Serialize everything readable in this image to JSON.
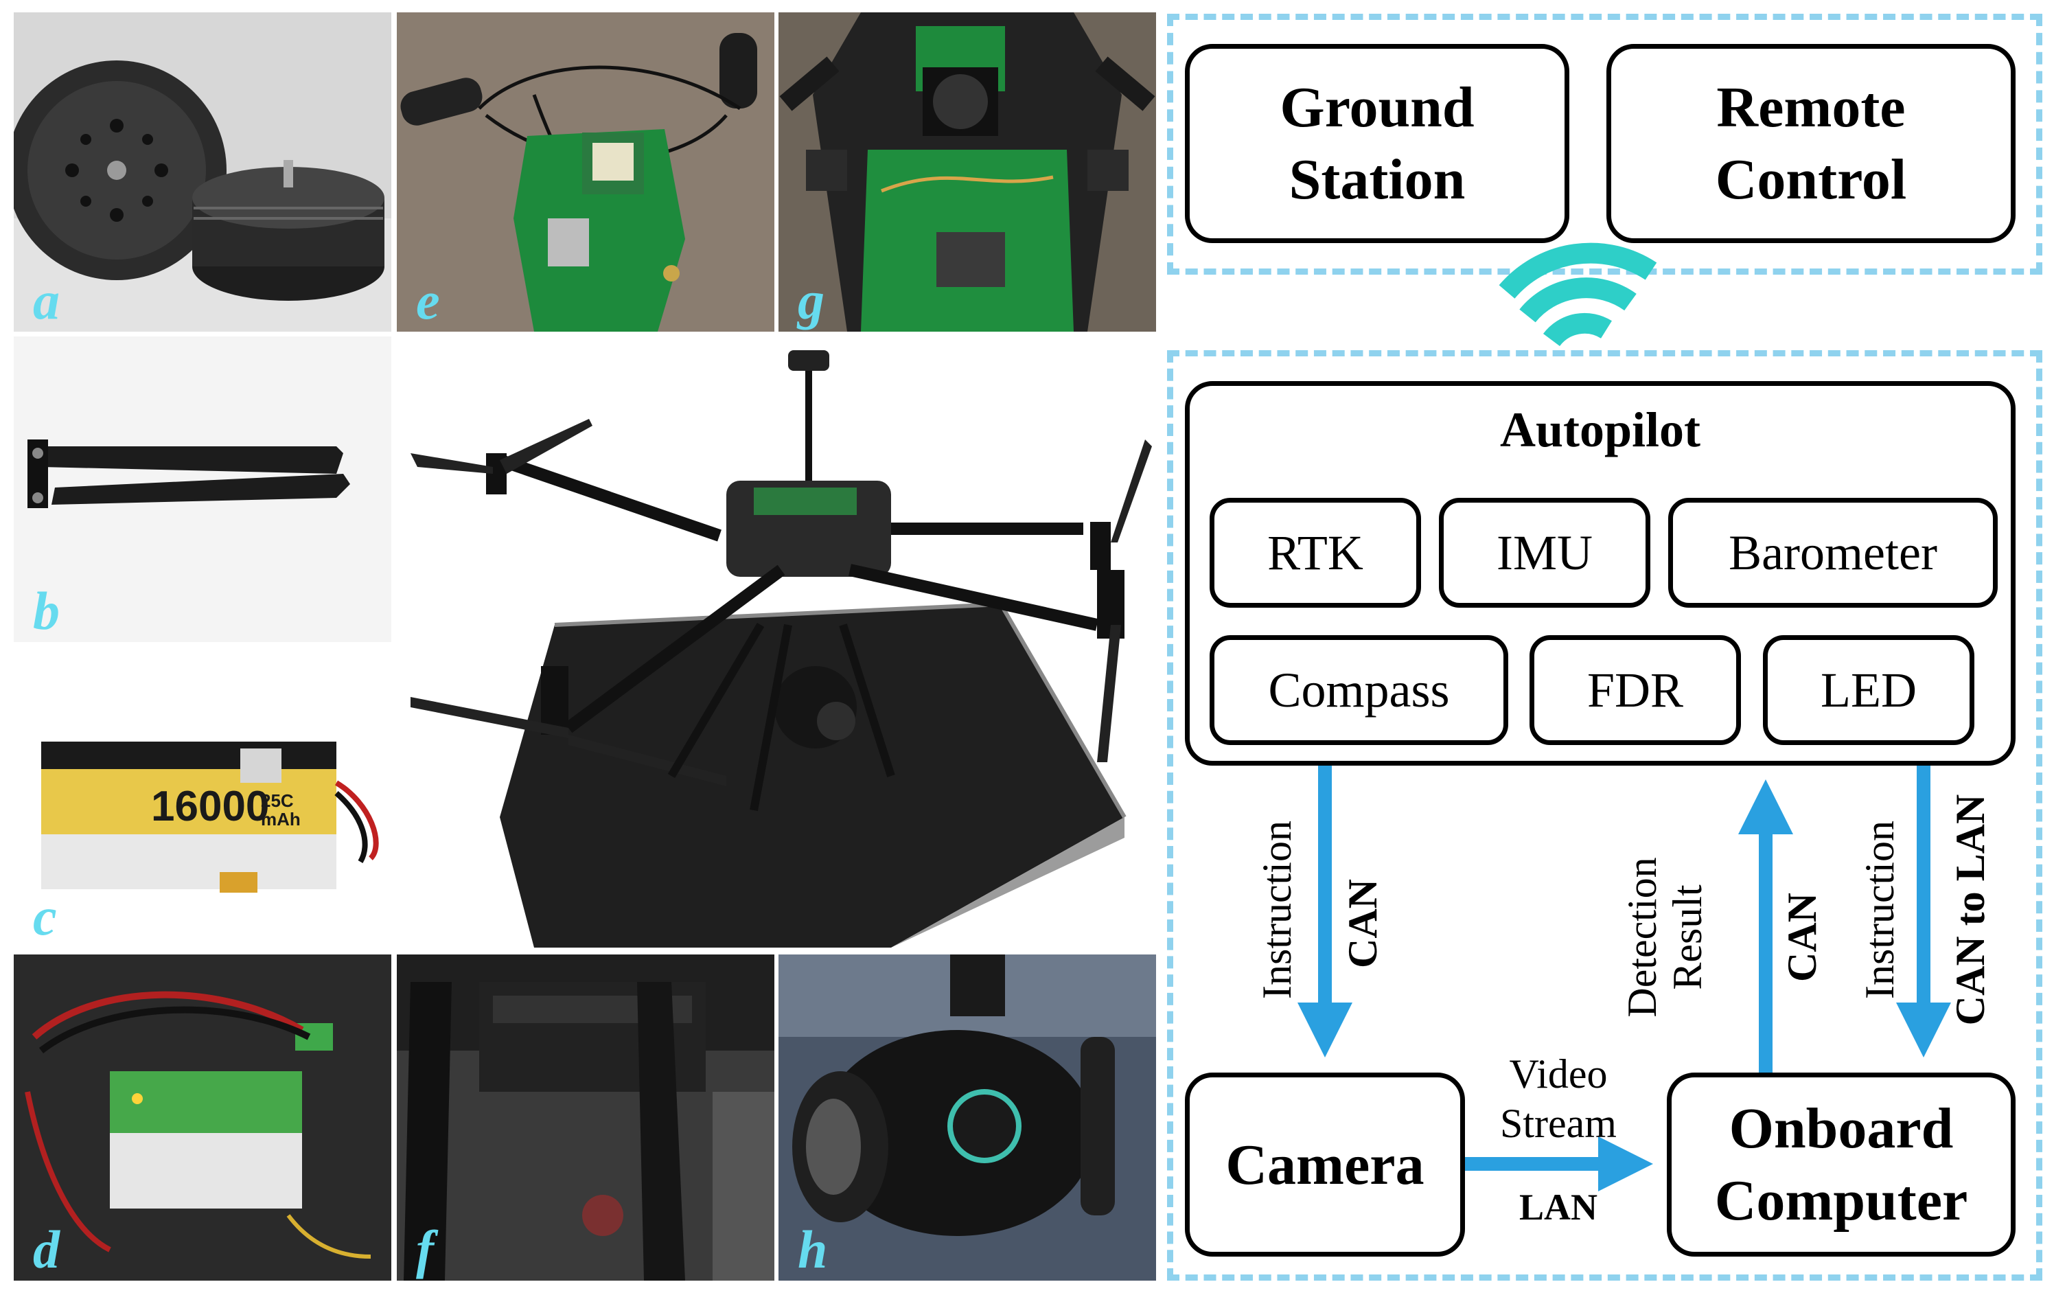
{
  "photos": {
    "a": {
      "label": "a"
    },
    "b": {
      "label": "b"
    },
    "c": {
      "label": "c"
    },
    "d": {
      "label": "d"
    },
    "e": {
      "label": "e"
    },
    "f": {
      "label": "f"
    },
    "g": {
      "label": "g"
    },
    "h": {
      "label": "h"
    }
  },
  "battery_label": "16000",
  "battery_rating": "25C",
  "battery_unit": "mAh",
  "diagram": {
    "ground_station": "Ground Station",
    "remote_control": "Remote Control",
    "autopilot": {
      "title": "Autopilot",
      "modules": [
        "RTK",
        "IMU",
        "Barometer",
        "Compass",
        "FDR",
        "LED"
      ]
    },
    "camera": "Camera",
    "onboard_computer": "Onboard Computer",
    "links": {
      "instruction_1": "Instruction",
      "can_1": "CAN",
      "detection_result": "Detection Result",
      "can_2": "CAN",
      "instruction_2": "Instruction",
      "can_to_lan": "CAN to LAN",
      "video_stream": "Video Stream",
      "lan": "LAN"
    },
    "colors": {
      "arrow": "#2aa0e0",
      "dash": "#8fd2ee",
      "wireless": "#2ecfc8",
      "label": "#66dbef"
    }
  }
}
